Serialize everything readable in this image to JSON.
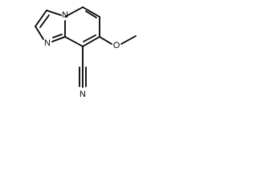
{
  "molecule": {
    "labels": {
      "ring_nitrogen_bridgehead": "N",
      "ring_nitrogen_imidazole": "N",
      "ether_oxygen": "O",
      "nitrile_nitrogen": "N"
    },
    "colors": {
      "bond": "#000000",
      "label": "#000000",
      "background": "#ffffff"
    }
  }
}
